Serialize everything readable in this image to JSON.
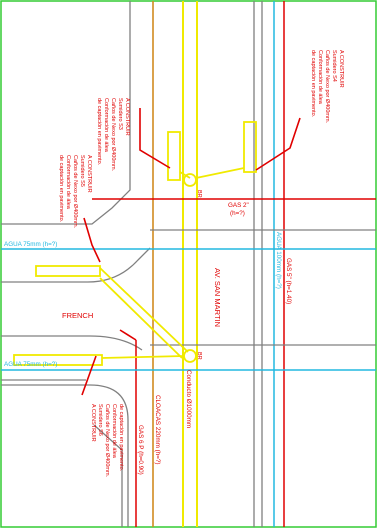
{
  "colors": {
    "frame": "#33cc33",
    "curb": "#808080",
    "red": "#e00000",
    "cyan": "#22b8e0",
    "yellow": "#f0ea00",
    "orange": "#d08a20",
    "street": "#e00000"
  },
  "labels": {
    "street_av": "AV. SAN MARTIN",
    "street_french": "FRENCH",
    "gas_2": "GAS 2\"",
    "gas_2_h": "(h=?)",
    "agua_top": "AGUA 75mm (h=?)",
    "agua_bottom": "AGUA 75mm (h=?)",
    "agua_vertical": "AGUA 100mm (h=?)",
    "gas_vertical": "GAS 5\" (h=1.40)",
    "conducto": "Conducto Ø1000mm",
    "cloacas": "CLOACAS 220mm (h=?)",
    "gas_bottom": "GAS 6 P (h=0.90)",
    "br_top": "BR",
    "br_bottom": "BR"
  },
  "notes": {
    "s3": [
      "A CONSTRUIR",
      "Sumidero S3",
      "Caños de Nexo por Ø400mm.",
      "Conformación de álea",
      "de captación en pavimento."
    ],
    "s4": [
      "A CONSTRUIR",
      "Sumidero S4",
      "Caños de Nexo por Ø400mm.",
      "Conformación de álea",
      "de captación en pavimento."
    ],
    "s5": [
      "A CONSTRUIR",
      "Sumidero S5",
      "Caños de Nexo por Ø400mm.",
      "Conformación de álea",
      "de captación en pavimento."
    ],
    "s6": [
      "A CONSTRUIR",
      "Sumidero S6",
      "Caños de Nexo por Ø400mm.",
      "Conformación de álea",
      "de captación en pavimento."
    ]
  }
}
